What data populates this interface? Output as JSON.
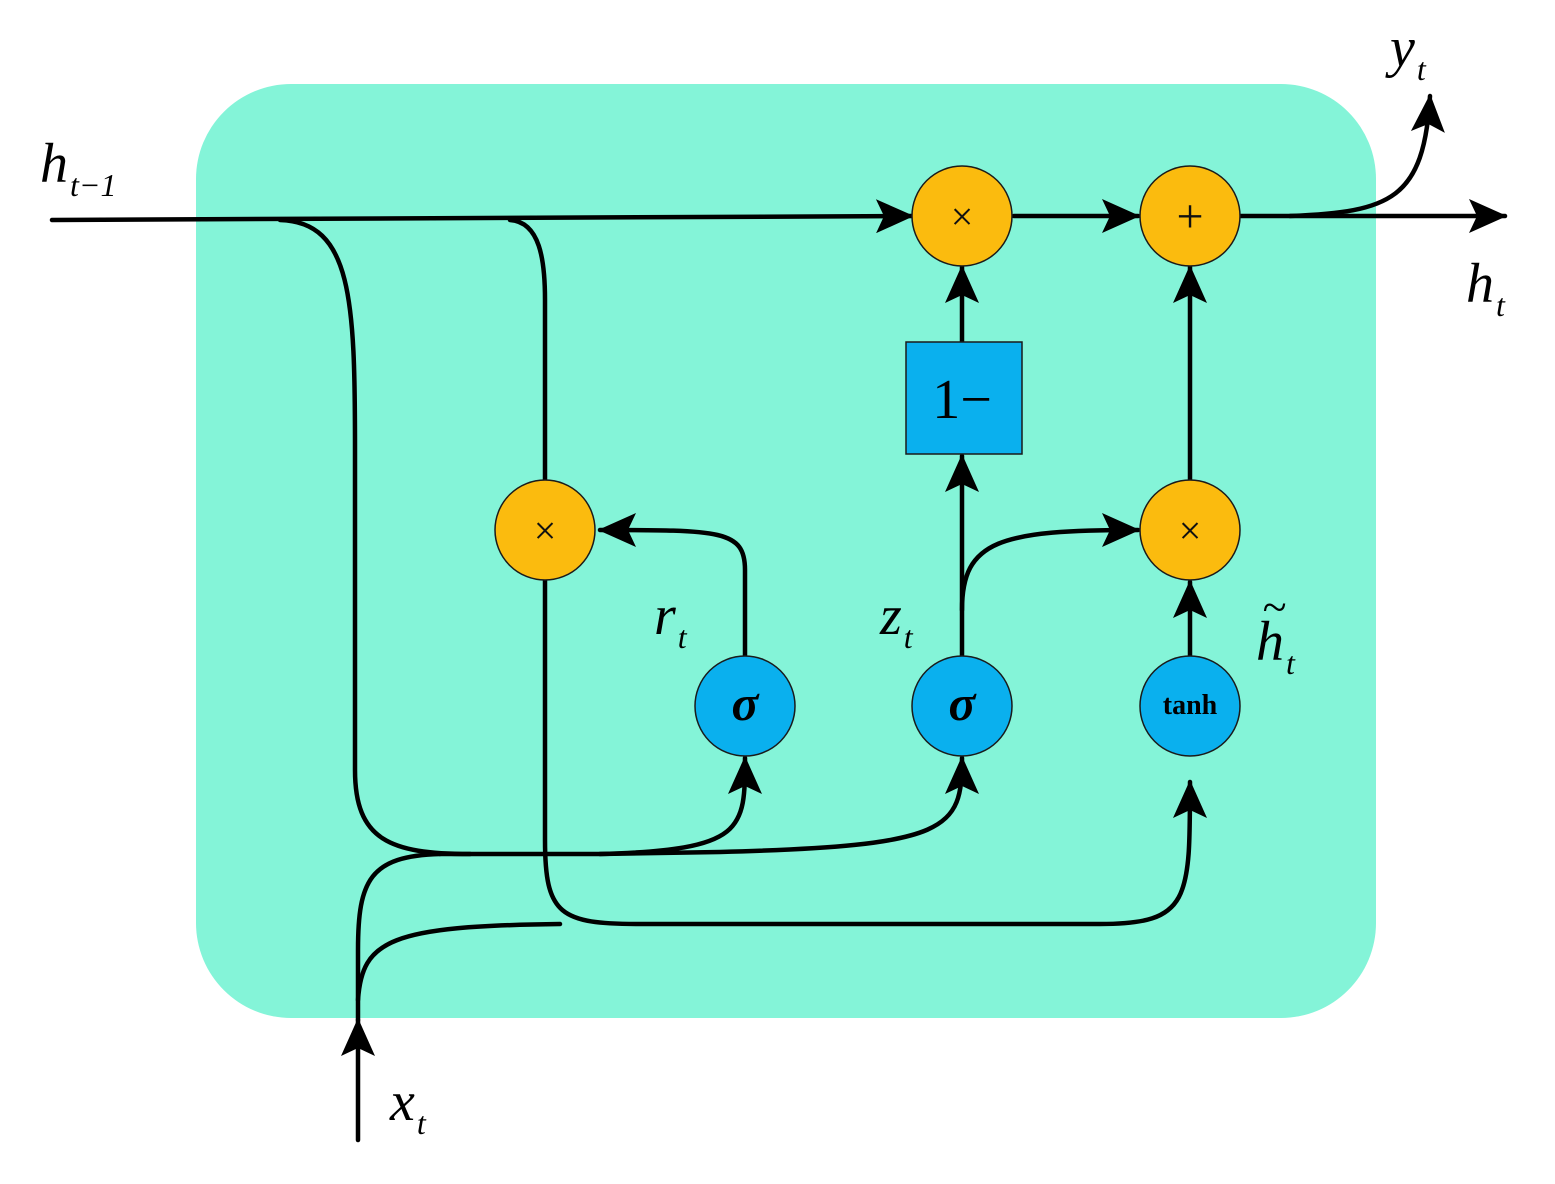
{
  "colors": {
    "cell_background": "#84f4d8",
    "operation_node": "#fbbb0e",
    "gate_node": "#0ab0ee",
    "complement_box": "#0ab0ee",
    "wire": "#000000"
  },
  "labels": {
    "h_prev": {
      "base": "h",
      "sub": "t−1"
    },
    "h_out": {
      "base": "h",
      "sub": "t"
    },
    "y_out": {
      "base": "y",
      "sub": "t"
    },
    "x_in": {
      "base": "x",
      "sub": "t"
    },
    "reset_gate": {
      "base": "r",
      "sub": "t"
    },
    "update_gate": {
      "base": "z",
      "sub": "t"
    },
    "candidate": {
      "base": "h",
      "accent": "~",
      "sub": "t"
    }
  },
  "nodes": {
    "multiply_symbol": "×",
    "add_symbol": "+",
    "sigma_symbol": "σ",
    "tanh_label": "tanh",
    "complement_label": "1−"
  },
  "icons": {
    "multiply": "multiply-icon",
    "add": "plus-icon",
    "arrowhead": "arrow-icon"
  }
}
